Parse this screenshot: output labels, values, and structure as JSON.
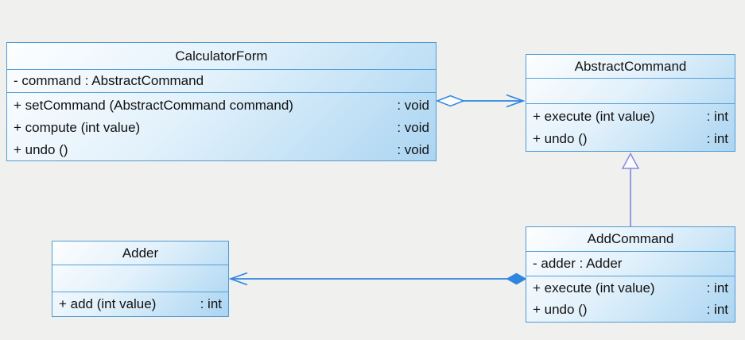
{
  "colors": {
    "canvas_bg": "#f0f0ee",
    "box_border": "#4f9bd5",
    "box_fill_top": "#fdfeff",
    "box_fill_bottom": "#abd5f2",
    "association_line": "#2e86e0",
    "generalization_line": "#8888e8",
    "text": "#111111"
  },
  "classes": [
    {
      "name": "CalculatorForm",
      "attributes": [
        "- command : AbstractCommand"
      ],
      "methods": [
        {
          "signature": "+ setCommand (AbstractCommand command)",
          "return_type": ": void"
        },
        {
          "signature": "+ compute (int value)",
          "return_type": ": void"
        },
        {
          "signature": "+ undo ()",
          "return_type": ": void"
        }
      ]
    },
    {
      "name": "AbstractCommand",
      "attributes": [],
      "methods": [
        {
          "signature": "+ execute (int value)",
          "return_type": ": int"
        },
        {
          "signature": "+ undo ()",
          "return_type": ": int"
        }
      ]
    },
    {
      "name": "AddCommand",
      "attributes": [
        "- adder : Adder"
      ],
      "methods": [
        {
          "signature": "+ execute (int value)",
          "return_type": ": int"
        },
        {
          "signature": "+ undo ()",
          "return_type": ": int"
        }
      ]
    },
    {
      "name": "Adder",
      "attributes": [],
      "methods": [
        {
          "signature": "+ add (int value)",
          "return_type": ": int"
        }
      ]
    }
  ],
  "relationships": [
    {
      "type": "aggregation",
      "from": "CalculatorForm",
      "to": "AbstractCommand",
      "source_end": "hollow-diamond",
      "target_end": "open-arrow"
    },
    {
      "type": "generalization",
      "from": "AddCommand",
      "to": "AbstractCommand",
      "target_end": "hollow-triangle"
    },
    {
      "type": "composition",
      "from": "AddCommand",
      "to": "Adder",
      "source_end": "filled-diamond",
      "target_end": "open-arrow"
    }
  ]
}
